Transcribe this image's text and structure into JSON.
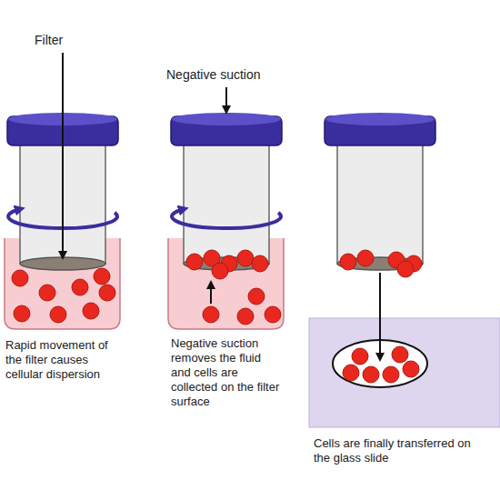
{
  "diagram": {
    "labels": [
      "Filter",
      "Negative suction",
      "Rapid movement of the filter causes cellular dispersion",
      "Negative suction removes the fluid and cells are collected on the filter surface",
      "Cells are finally transferred on the glass slide"
    ]
  }
}
